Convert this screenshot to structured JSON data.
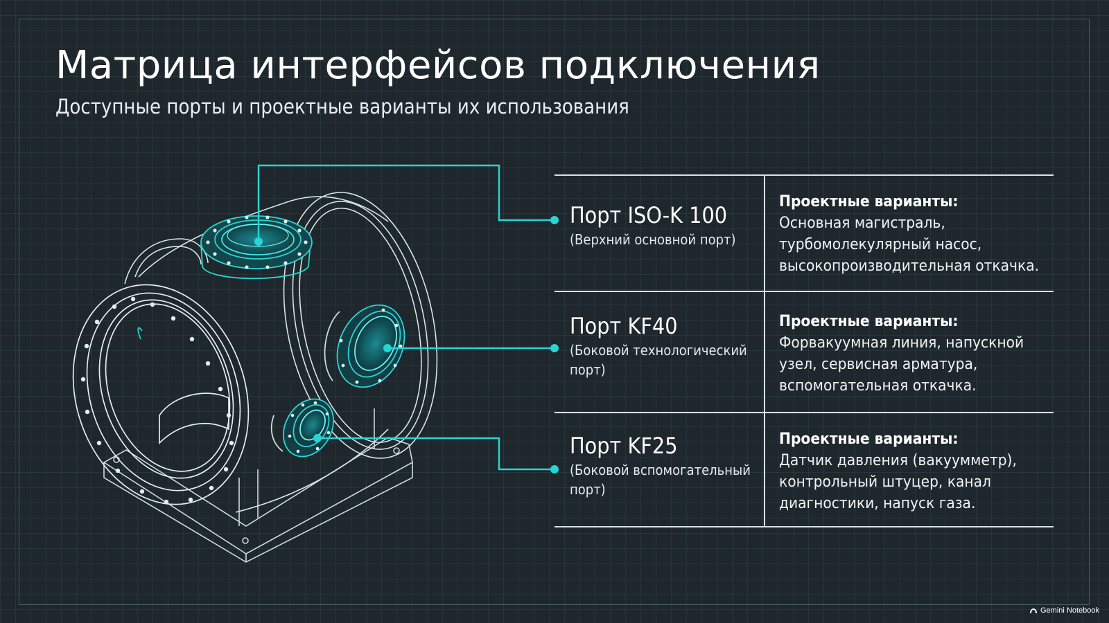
{
  "header": {
    "title": "Матрица интерфейсов подключения",
    "subtitle": "Доступные порты и проектные варианты их использования"
  },
  "ports": [
    {
      "name": "Порт ISO-K 100",
      "description": "(Верхний основной порт)",
      "use_heading": "Проектные варианты:",
      "use_text": "Основная магистраль, турбомолекулярный насос, высокопроизводительная откачка."
    },
    {
      "name": "Порт KF40",
      "description": "(Боковой технологический порт)",
      "use_heading": "Проектные варианты:",
      "use_text": "Форвакуумная линия, напускной узел, сервисная арматура, вспомогательная откачка."
    },
    {
      "name": "Порт KF25",
      "description": "(Боковой вспомогательный порт)",
      "use_heading": "Проектные варианты:",
      "use_text": "Датчик давления (вакуумметр), контрольный штуцер, канал диагностики, напуск газа."
    }
  ],
  "footer": {
    "brand": "Gemini Notebook"
  },
  "colors": {
    "background": "#1e272c",
    "accent": "#2ad4d6",
    "line": "#d9e2e4",
    "text": "#eef3f4"
  }
}
